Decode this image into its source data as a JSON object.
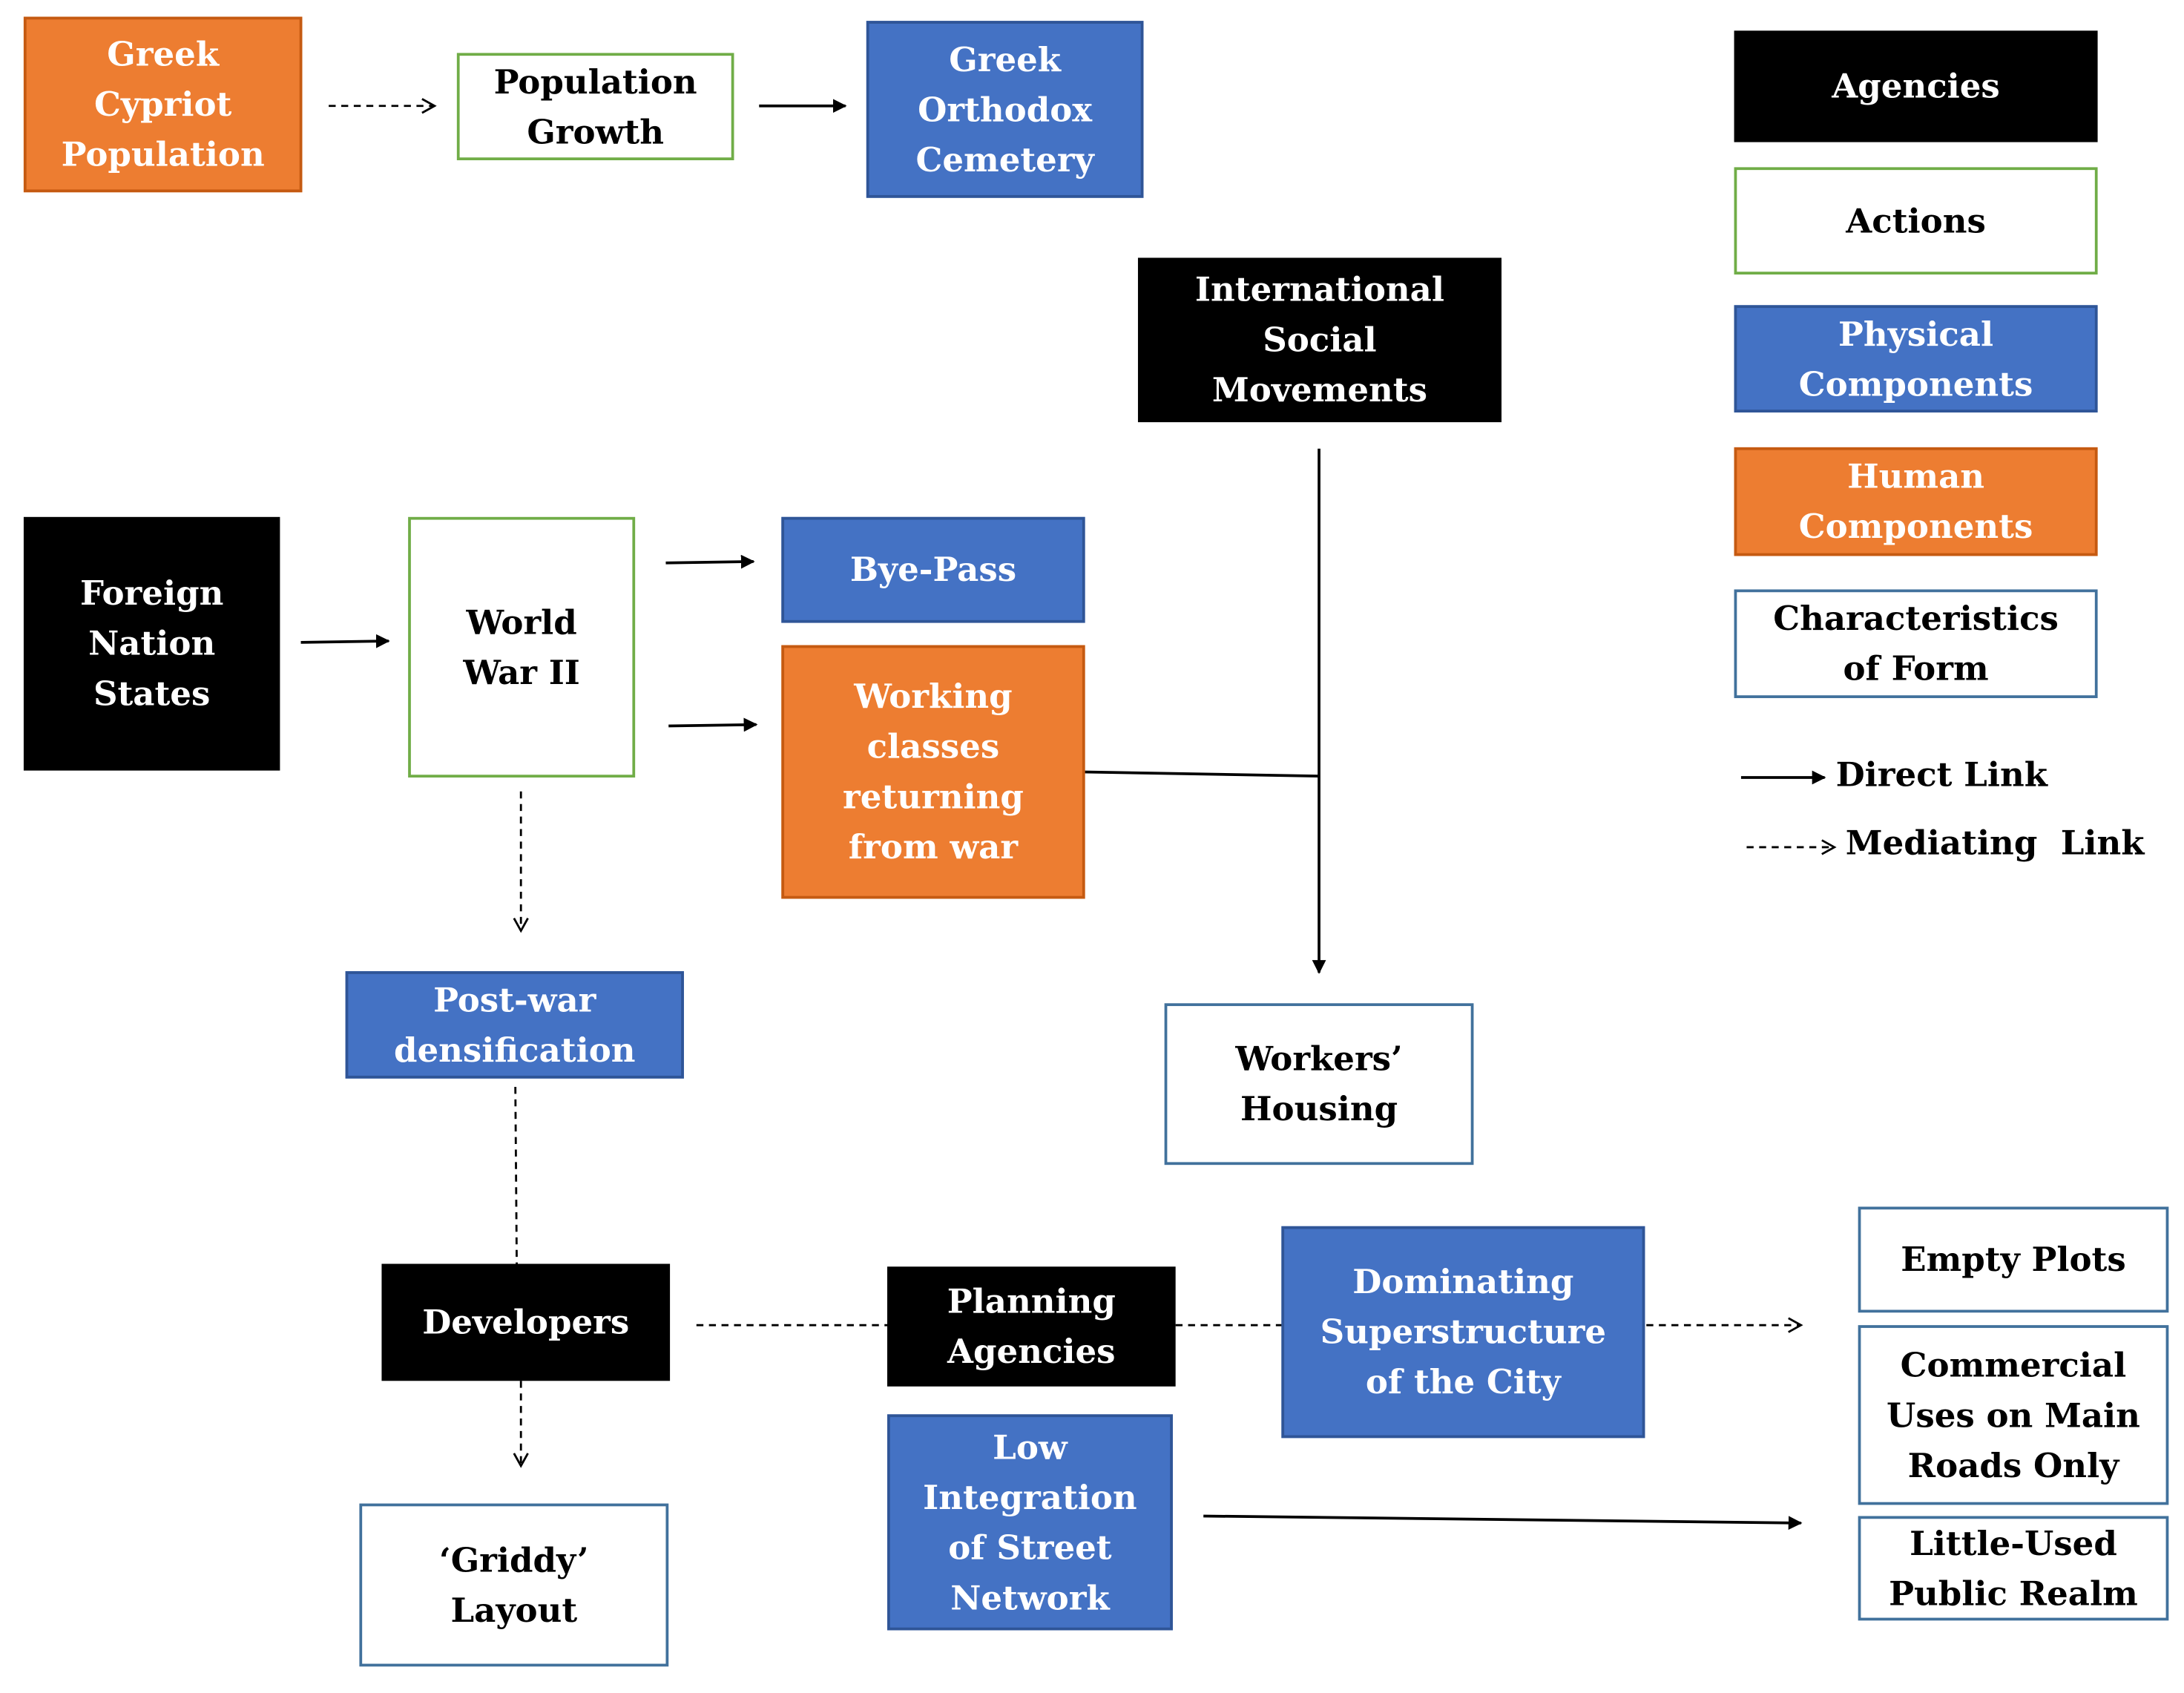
{
  "nodes": {
    "greek_cypriot_population": "Greek\nCypriot\nPopulation",
    "population_growth": "Population\nGrowth",
    "greek_orthodox_cemetery": "Greek\nOrthodox\nCemetery",
    "international_social_movements": "International\nSocial\nMovements",
    "foreign_nation_states": "Foreign\nNation\nStates",
    "world_war_ii": "World\nWar II",
    "bye_pass": "Bye-Pass",
    "working_classes": "Working\nclasses\nreturning\nfrom war",
    "post_war_densification": "Post-war\ndensification",
    "workers_housing": "Workers’\nHousing",
    "developers": "Developers",
    "planning_agencies": "Planning\nAgencies",
    "dominating_superstructure": "Dominating\nSuperstructure\nof the City",
    "low_integration": "Low\nIntegration\nof Street\nNetwork",
    "griddy_layout": "‘Griddy’\nLayout",
    "empty_plots": "Empty Plots",
    "commercial_uses": "Commercial\nUses on Main\nRoads Only",
    "little_used_public_realm": "Little-Used\nPublic Realm"
  },
  "legend": {
    "agencies": "Agencies",
    "actions": "Actions",
    "physical_components": "Physical\nComponents",
    "human_components": "Human\nComponents",
    "characteristics_of_form": "Characteristics\nof Form",
    "direct_link": "Direct Link",
    "mediating_link": "Mediating  Link"
  },
  "colors": {
    "agencies": "#000000",
    "actions_border": "#70AD47",
    "physical_components": "#4472C4",
    "human_components": "#ED7D31",
    "characteristics_of_form_border": "#41719C"
  },
  "links": [
    {
      "from": "Greek Cypriot Population",
      "to": "Population Growth",
      "kind": "mediating"
    },
    {
      "from": "Population Growth",
      "to": "Greek Orthodox Cemetery",
      "kind": "direct"
    },
    {
      "from": "Foreign Nation States",
      "to": "World War II",
      "kind": "direct"
    },
    {
      "from": "World War II",
      "to": "Bye-Pass",
      "kind": "direct"
    },
    {
      "from": "World War II",
      "to": "Working classes returning from war",
      "kind": "direct"
    },
    {
      "from": "World War II",
      "to": "Post-war densification",
      "kind": "mediating"
    },
    {
      "from": "International Social Movements",
      "to": "Workers’ Housing",
      "kind": "direct"
    },
    {
      "from": "Working classes returning from war",
      "to": "Workers’ Housing",
      "kind": "direct"
    },
    {
      "from": "Post-war densification",
      "to": "Developers",
      "kind": "mediating"
    },
    {
      "from": "Developers",
      "to": "‘Griddy’ Layout",
      "kind": "mediating"
    },
    {
      "from": "Developers",
      "to": "Planning Agencies",
      "kind": "mediating"
    },
    {
      "from": "Planning Agencies",
      "to": "Dominating Superstructure of the City",
      "kind": "mediating"
    },
    {
      "from": "Dominating Superstructure of the City",
      "to": "Empty Plots / Commercial Uses",
      "kind": "mediating"
    },
    {
      "from": "Low Integration of Street Network",
      "to": "Little-Used Public Realm",
      "kind": "direct"
    }
  ]
}
